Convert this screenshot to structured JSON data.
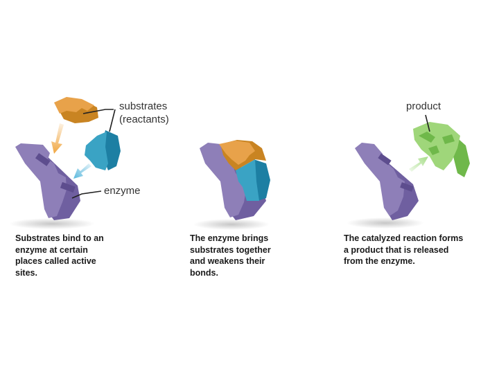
{
  "labels": {
    "substrates": "substrates",
    "reactants": "(reactants)",
    "enzyme": "enzyme",
    "product": "product"
  },
  "captions": {
    "step1": [
      "Substrates bind to an",
      "enzyme at certain",
      "places called active",
      "sites."
    ],
    "step2": [
      "The enzyme brings",
      "substrates together",
      "and weakens their",
      "bonds."
    ],
    "step3": [
      "The catalyzed reaction forms",
      "a product that is released",
      "from the enzyme."
    ]
  },
  "colors": {
    "enzyme": "#8e7fb8",
    "enzyme_dark": "#6f5fa0",
    "substrate_orange": "#e8a24a",
    "substrate_orange_dark": "#c98422",
    "substrate_blue": "#3aa3c4",
    "substrate_blue_dark": "#1d7fa3",
    "product": "#9fd67a",
    "product_dark": "#6fb84a",
    "arrow_orange": "#f0a640",
    "arrow_blue": "#5bb8dd",
    "arrow_green": "#a6dd88"
  }
}
